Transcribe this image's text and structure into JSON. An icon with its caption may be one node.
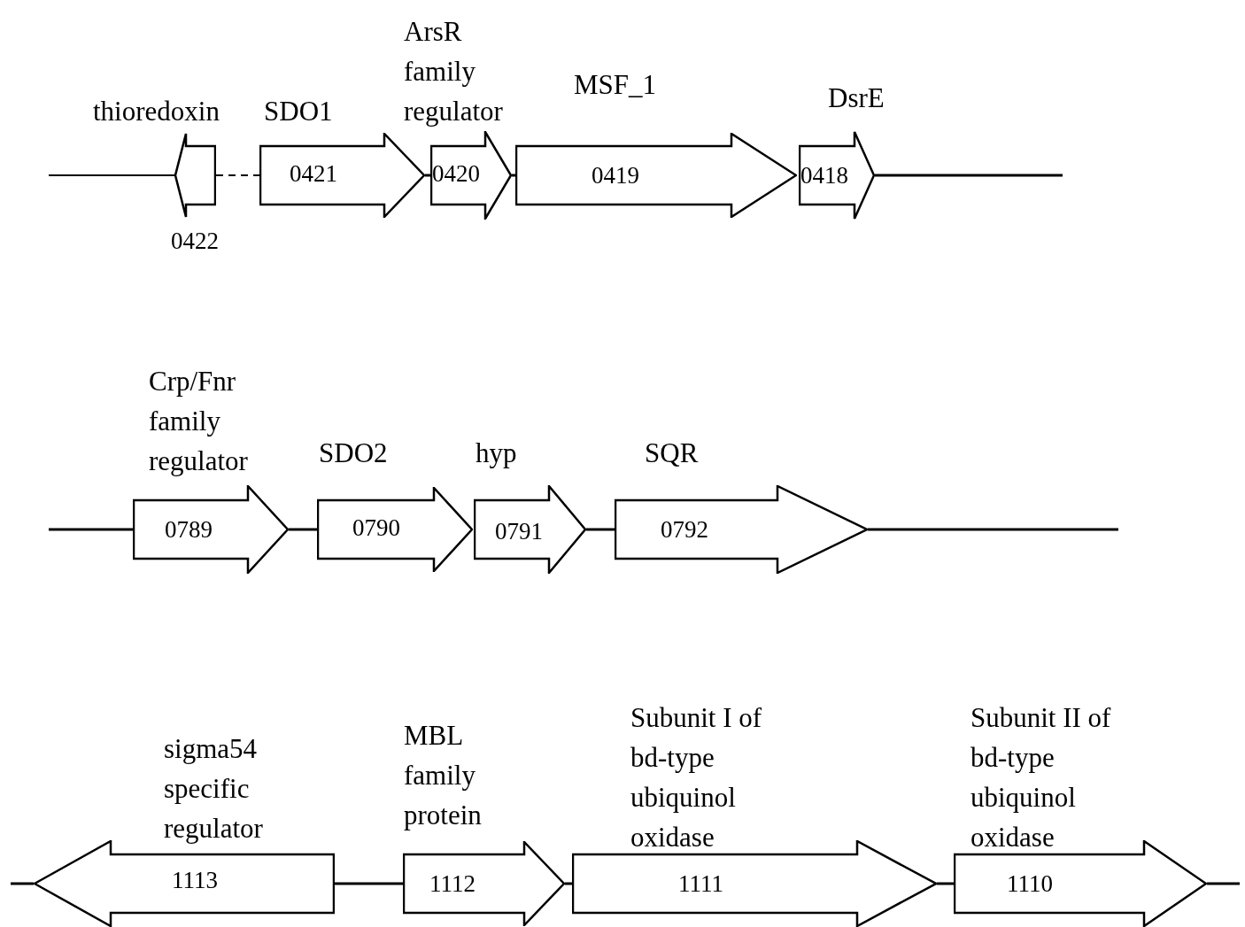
{
  "diagram": {
    "nodes": [
      {
        "text": [
          "thioredoxin",
          "0422"
        ]
      },
      {
        "text": [
          "SDO1",
          "0421"
        ]
      },
      {
        "text": [
          "ArsR family regulator",
          "0420"
        ]
      },
      {
        "text": [
          "MSF_1",
          "0419"
        ]
      },
      {
        "text": [
          "DsrE",
          "0418"
        ]
      },
      {
        "text": [
          "Crp/Fnr family regulator",
          "0789"
        ]
      },
      {
        "text": [
          "SDO2",
          "0790"
        ]
      },
      {
        "text": [
          "hyp",
          "0791"
        ]
      },
      {
        "text": [
          "SQR",
          "0792"
        ]
      },
      {
        "text": [
          "sigma54 specific regulator",
          "1113"
        ]
      },
      {
        "text": [
          "MBL family protein",
          "1112"
        ]
      },
      {
        "text": [
          "Subunit I of bd-type ubiquinol oxidase",
          "1111"
        ]
      },
      {
        "text": [
          "Subunit II of bd-type ubiquinol oxidase",
          "1110"
        ]
      }
    ],
    "edges": [
      {
        "from": null,
        "to": 0,
        "arrow": "none"
      },
      {
        "from": 0,
        "to": 1,
        "arrow": "none",
        "style": "dashed"
      },
      {
        "from": 1,
        "to": 2,
        "arrow": "none"
      },
      {
        "from": 2,
        "to": 3,
        "arrow": "none"
      },
      {
        "from": 4,
        "to": null,
        "arrow": "none"
      },
      {
        "from": null,
        "to": 5,
        "arrow": "none"
      },
      {
        "from": 5,
        "to": 6,
        "arrow": "none"
      },
      {
        "from": 7,
        "to": 8,
        "arrow": "none"
      },
      {
        "from": 8,
        "to": null,
        "arrow": "none"
      },
      {
        "from": null,
        "to": 9,
        "arrow": "none"
      },
      {
        "from": 9,
        "to": 10,
        "arrow": "none"
      },
      {
        "from": 10,
        "to": 11,
        "arrow": "none"
      },
      {
        "from": 11,
        "to": 12,
        "arrow": "none"
      },
      {
        "from": 12,
        "to": null,
        "arrow": "none"
      }
    ]
  }
}
